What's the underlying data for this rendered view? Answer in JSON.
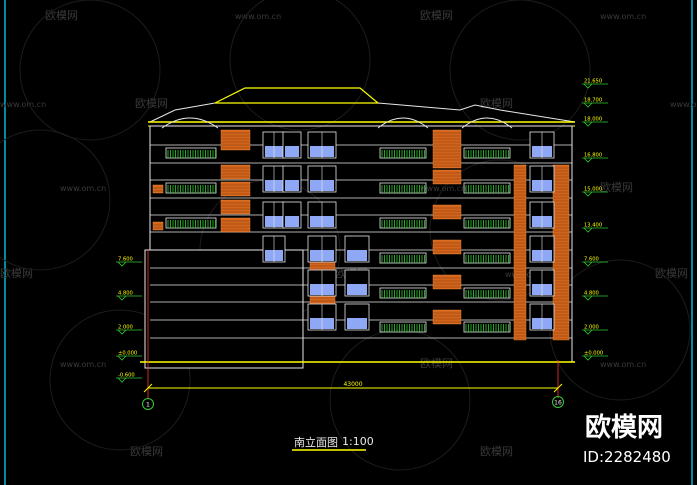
{
  "drawing": {
    "title_cn": "南立面图",
    "scale": "1:100",
    "overall_dimension": "43000",
    "grid_axis_left": "1",
    "grid_axis_right": "16"
  },
  "levels_right": [
    "21.650",
    "18.700",
    "18.000",
    "16.800",
    "15.000",
    "13.400",
    "7.600",
    "4.800",
    "2.000",
    "±0.000"
  ],
  "levels_left": [
    "7.600",
    "4.800",
    "2.000",
    "±0.000",
    "-0.600"
  ],
  "watermark": {
    "brand": "欧模网",
    "site": "www.om.cn",
    "id_label": "ID:2282480"
  },
  "colors": {
    "background": "#000000",
    "outline": "#e8e8e8",
    "yellow": "#ffff00",
    "orange_brick": "#e07020",
    "window_blue": "#9fb6ff",
    "railing_green": "#33cc33",
    "dimension_red": "#ff3030",
    "frame_cyan": "#00bcd4"
  }
}
